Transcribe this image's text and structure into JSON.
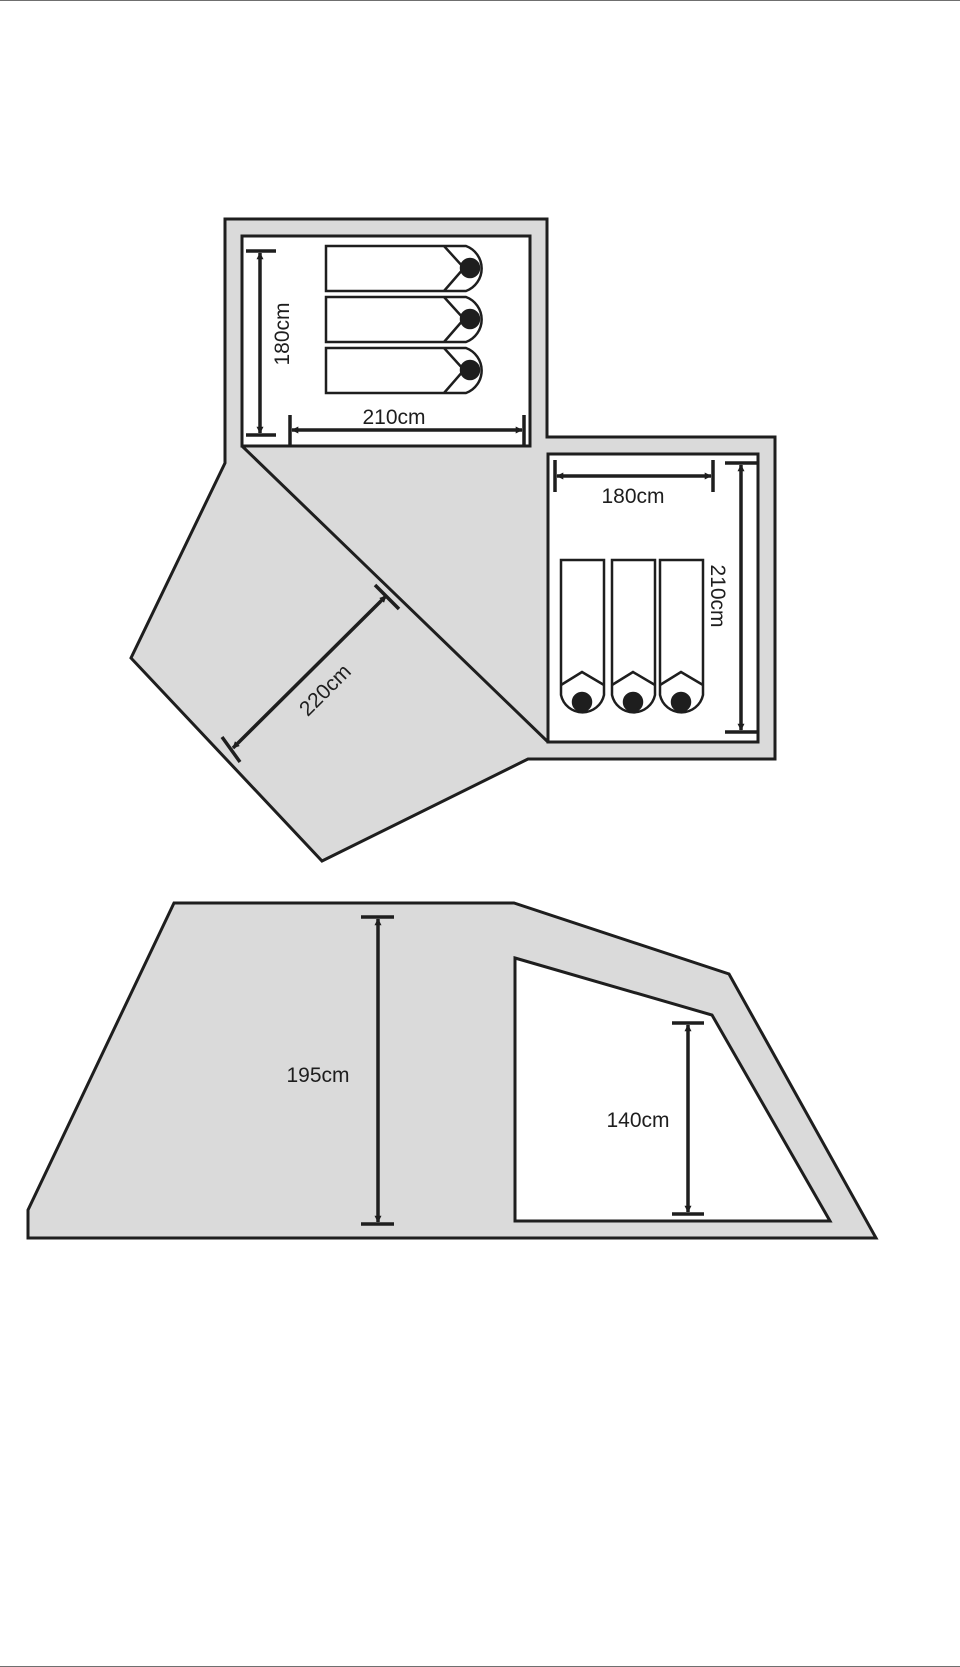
{
  "colors": {
    "fill": "#dadada",
    "stroke": "#1e1e1e",
    "interior": "#ffffff"
  },
  "floor_plan": {
    "bedroom_left": {
      "depth_label": "180cm",
      "width_label": "210cm"
    },
    "bedroom_right": {
      "width_label": "180cm",
      "depth_label": "210cm"
    },
    "living_area": {
      "width_label": "220cm"
    }
  },
  "side_profile": {
    "living_height_label": "195cm",
    "bedroom_height_label": "140cm"
  }
}
